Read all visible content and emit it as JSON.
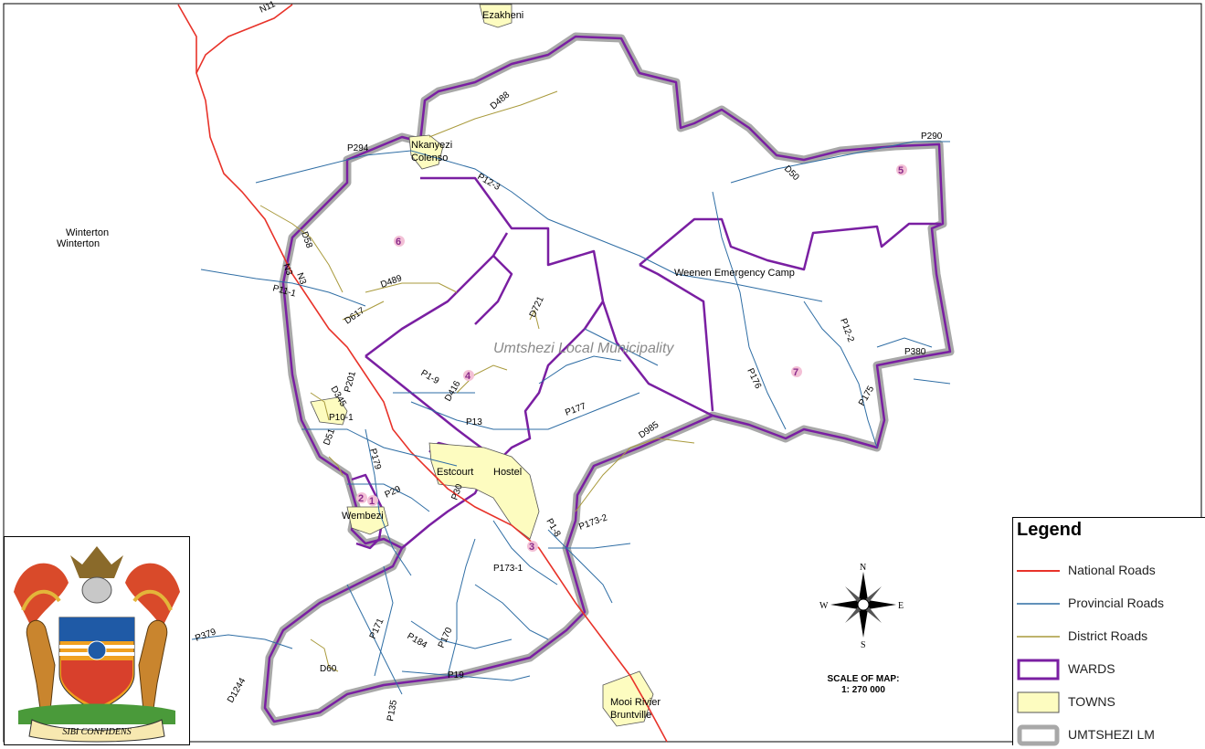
{
  "map_title": "Umtshezi Local Municipality",
  "towns": {
    "ezakheni": "Ezakheni",
    "nkanyezi": "Nkanyezi",
    "colenso": "Colenso",
    "winterton_a": "Winterton",
    "winterton_b": "Winterton",
    "weenen": "Weenen Emergency Camp",
    "estcourt": "Estcourt",
    "hostel": "Hostel",
    "wembezi": "Wembezi",
    "mooi_river": "Mooi Rivier",
    "bruntville": "Bruntville"
  },
  "road_labels": {
    "n11": "N11",
    "n3a": "N3",
    "n3b": "N3",
    "p294": "P294",
    "p290": "P290",
    "d488": "D488",
    "p12_3": "P12-3",
    "d58": "D58",
    "p11_1": "P11-1",
    "d489": "D489",
    "d617": "D617",
    "d721": "D721",
    "p1_9": "P1-9",
    "d416": "D416",
    "p13": "P13",
    "p177": "P177",
    "p201": "P201",
    "d345": "D345",
    "p10_1": "P10-1",
    "d51": "D51",
    "p179": "P179",
    "p29": "P29",
    "d985": "D985",
    "p1_8": "P1-8",
    "p173_2": "P173-2",
    "p173_1": "P173-1",
    "p379": "P379",
    "p171": "P171",
    "p184": "P184",
    "p170": "P170",
    "d60": "D60",
    "d1244": "D1244",
    "p135": "P135",
    "p19": "P19",
    "p176": "P176",
    "p12_2": "P12-2",
    "p175": "P175",
    "p380": "P380",
    "p30": "P30",
    "d50": "D50"
  },
  "wards": {
    "w1": "1",
    "w2": "2",
    "w3": "3",
    "w4": "4",
    "w5": "5",
    "w6": "6",
    "w7": "7"
  },
  "compass": {
    "n": "N",
    "s": "S",
    "e": "E",
    "w": "W"
  },
  "scale": {
    "line1": "SCALE OF MAP:",
    "line2": "1: 270 000"
  },
  "crest_motto": "SIBI CONFIDENS",
  "legend": {
    "title": "Legend",
    "items": [
      {
        "label": "National Roads"
      },
      {
        "label": "Provincial Roads"
      },
      {
        "label": "District Roads"
      },
      {
        "label": "WARDS"
      },
      {
        "label": "TOWNS"
      },
      {
        "label": "UMTSHEZI LM"
      }
    ]
  },
  "colors": {
    "national_road": "#e8332a",
    "provincial_road": "#2e6da4",
    "district_road": "#a99a3c",
    "ward": "#7a1fa2",
    "town": "#fdfcc0",
    "boundary": "#a8a8a8"
  }
}
